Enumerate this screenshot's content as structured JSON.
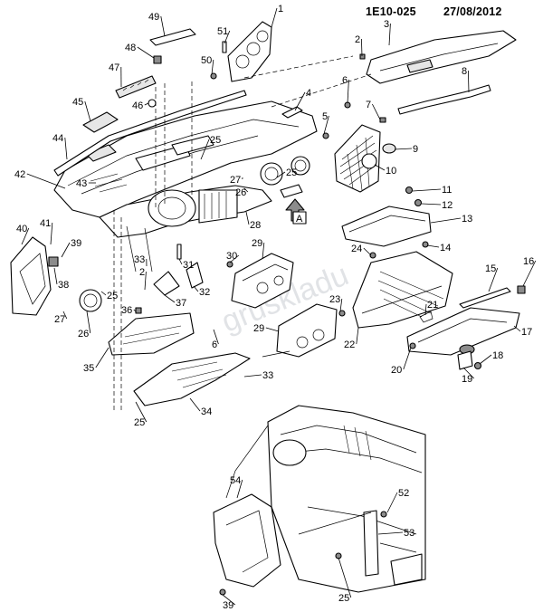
{
  "header": {
    "code": "1E10-025",
    "date": "27/08/2012"
  },
  "watermark": "gruskladu",
  "view_marker": "A",
  "callouts": [
    {
      "id": "c1",
      "text": "1"
    },
    {
      "id": "c2",
      "text": "2"
    },
    {
      "id": "c3",
      "text": "3"
    },
    {
      "id": "c4",
      "text": "4"
    },
    {
      "id": "c5",
      "text": "5"
    },
    {
      "id": "c6",
      "text": "6"
    },
    {
      "id": "c7",
      "text": "7"
    },
    {
      "id": "c8",
      "text": "8"
    },
    {
      "id": "c9",
      "text": "9"
    },
    {
      "id": "c10",
      "text": "10"
    },
    {
      "id": "c11",
      "text": "11"
    },
    {
      "id": "c12",
      "text": "12"
    },
    {
      "id": "c13",
      "text": "13"
    },
    {
      "id": "c14",
      "text": "14"
    },
    {
      "id": "c15",
      "text": "15"
    },
    {
      "id": "c16",
      "text": "16"
    },
    {
      "id": "c17",
      "text": "17"
    },
    {
      "id": "c18",
      "text": "18"
    },
    {
      "id": "c19",
      "text": "19"
    },
    {
      "id": "c20",
      "text": "20"
    },
    {
      "id": "c21",
      "text": "21"
    },
    {
      "id": "c22",
      "text": "22"
    },
    {
      "id": "c23",
      "text": "23"
    },
    {
      "id": "c24",
      "text": "24"
    },
    {
      "id": "c25a",
      "text": "25"
    },
    {
      "id": "c25b",
      "text": "25"
    },
    {
      "id": "c25c",
      "text": "25"
    },
    {
      "id": "c25d",
      "text": "25"
    },
    {
      "id": "c25e",
      "text": "25"
    },
    {
      "id": "c26a",
      "text": "26"
    },
    {
      "id": "c26b",
      "text": "26"
    },
    {
      "id": "c27a",
      "text": "27"
    },
    {
      "id": "c27b",
      "text": "27"
    },
    {
      "id": "c28",
      "text": "28"
    },
    {
      "id": "c29a",
      "text": "29"
    },
    {
      "id": "c29b",
      "text": "29"
    },
    {
      "id": "c30",
      "text": "30"
    },
    {
      "id": "c31",
      "text": "31"
    },
    {
      "id": "c32",
      "text": "32"
    },
    {
      "id": "c33a",
      "text": "33"
    },
    {
      "id": "c33b",
      "text": "33"
    },
    {
      "id": "c34",
      "text": "34"
    },
    {
      "id": "c35",
      "text": "35"
    },
    {
      "id": "c36",
      "text": "36"
    },
    {
      "id": "c37",
      "text": "37"
    },
    {
      "id": "c38",
      "text": "38"
    },
    {
      "id": "c39a",
      "text": "39"
    },
    {
      "id": "c39b",
      "text": "39"
    },
    {
      "id": "c40",
      "text": "40"
    },
    {
      "id": "c41",
      "text": "41"
    },
    {
      "id": "c42",
      "text": "42"
    },
    {
      "id": "c43",
      "text": "43"
    },
    {
      "id": "c44",
      "text": "44"
    },
    {
      "id": "c45",
      "text": "45"
    },
    {
      "id": "c46",
      "text": "46"
    },
    {
      "id": "c47",
      "text": "47"
    },
    {
      "id": "c48",
      "text": "48"
    },
    {
      "id": "c49",
      "text": "49"
    },
    {
      "id": "c50",
      "text": "50"
    },
    {
      "id": "c51",
      "text": "51"
    },
    {
      "id": "c52",
      "text": "52"
    },
    {
      "id": "c53",
      "text": "53"
    },
    {
      "id": "c54",
      "text": "54"
    },
    {
      "id": "c2b",
      "text": "2"
    },
    {
      "id": "c6b",
      "text": "6"
    }
  ]
}
